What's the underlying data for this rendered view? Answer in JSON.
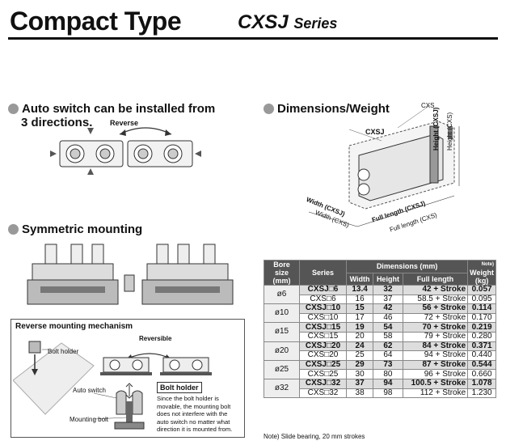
{
  "header": {
    "title": "Compact Type",
    "series_code": "CXSJ",
    "series_word": "Series"
  },
  "auto_switch": {
    "heading_line1": "Auto switch can be installed from",
    "heading_line2": "3 directions.",
    "reverse_label": "Reverse"
  },
  "symmetric": {
    "heading": "Symmetric mounting"
  },
  "mechanism": {
    "title": "Reverse mounting mechanism",
    "bolt_holder_label": "Bolt holder",
    "reversible_label": "Reversible",
    "auto_switch_label": "Auto switch",
    "mounting_bolt_label": "Mounting bolt",
    "callout_title": "Bolt holder",
    "callout_text": [
      "Since the bolt holder is",
      "movable, the mounting bolt",
      "does not interfere with the",
      "auto switch no matter what",
      "direction it is mounted from."
    ]
  },
  "dimensions": {
    "heading": "Dimensions/Weight",
    "labels": {
      "cxs": "CXS",
      "cxsj": "CXSJ",
      "height_cxsj": "Height (CXSJ)",
      "height_cxs": "Height (CXS)",
      "width_cxsj": "Width (CXSJ)",
      "width_cxs": "Width (CXS)",
      "full_length_cxsj": "Full length (CXSJ)",
      "full_length_cxs": "Full length (CXS)"
    }
  },
  "table": {
    "headers": {
      "bore": "Bore size (mm)",
      "series": "Series",
      "dims": "Dimensions (mm)",
      "width": "Width",
      "height": "Height",
      "full": "Full length",
      "note": "Note)",
      "weight": "Weight (kg)"
    },
    "rows": [
      {
        "bore": "ø6",
        "series": "CXSJ□6",
        "width": "13.4",
        "height": "32",
        "full": "42 + Stroke",
        "weight": "0.057",
        "hl": true
      },
      {
        "bore": "",
        "series": "CXS□6",
        "width": "16",
        "height": "37",
        "full": "58.5 + Stroke",
        "weight": "0.095",
        "hl": false
      },
      {
        "bore": "ø10",
        "series": "CXSJ□10",
        "width": "15",
        "height": "42",
        "full": "56 + Stroke",
        "weight": "0.114",
        "hl": true
      },
      {
        "bore": "",
        "series": "CXS□10",
        "width": "17",
        "height": "46",
        "full": "72 + Stroke",
        "weight": "0.170",
        "hl": false
      },
      {
        "bore": "ø15",
        "series": "CXSJ□15",
        "width": "19",
        "height": "54",
        "full": "70 + Stroke",
        "weight": "0.219",
        "hl": true
      },
      {
        "bore": "",
        "series": "CXS□15",
        "width": "20",
        "height": "58",
        "full": "79 + Stroke",
        "weight": "0.280",
        "hl": false
      },
      {
        "bore": "ø20",
        "series": "CXSJ□20",
        "width": "24",
        "height": "62",
        "full": "84 + Stroke",
        "weight": "0.371",
        "hl": true
      },
      {
        "bore": "",
        "series": "CXS□20",
        "width": "25",
        "height": "64",
        "full": "94 + Stroke",
        "weight": "0.440",
        "hl": false
      },
      {
        "bore": "ø25",
        "series": "CXSJ□25",
        "width": "29",
        "height": "73",
        "full": "87 + Stroke",
        "weight": "0.544",
        "hl": true
      },
      {
        "bore": "",
        "series": "CXS□25",
        "width": "30",
        "height": "80",
        "full": "96 + Stroke",
        "weight": "0.660",
        "hl": false
      },
      {
        "bore": "ø32",
        "series": "CXSJ□32",
        "width": "37",
        "height": "94",
        "full": "100.5 + Stroke",
        "weight": "1.078",
        "hl": true
      },
      {
        "bore": "",
        "series": "CXS□32",
        "width": "38",
        "height": "98",
        "full": "112 + Stroke",
        "weight": "1.230",
        "hl": false
      }
    ],
    "note": "Note) Slide bearing, 20 mm strokes"
  }
}
